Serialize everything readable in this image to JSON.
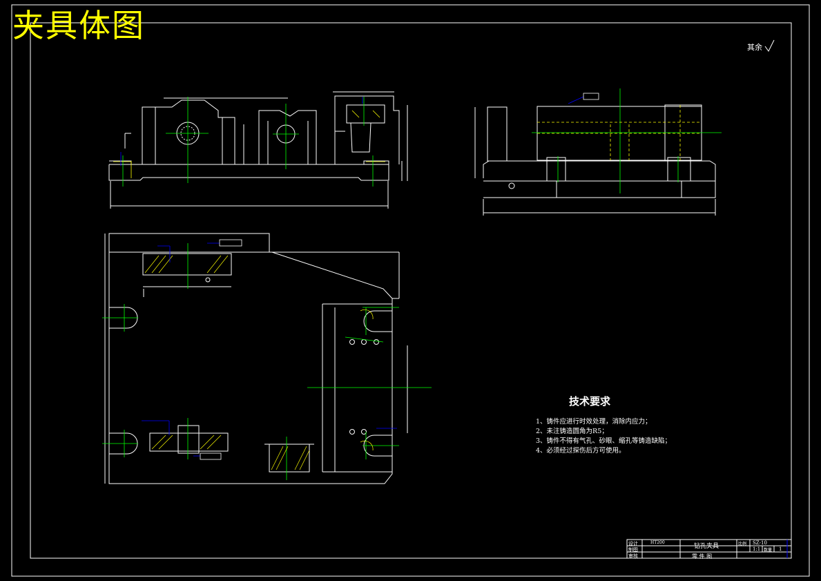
{
  "drawing_title": "夹具体图",
  "roughness_note": {
    "label": "其余"
  },
  "technical_requirements": {
    "title": "技术要求",
    "items": [
      "1、铸件应进行时效处理，消除内应力；",
      "2、未注铸造圆角为R5；",
      "3、铸件不得有气孔、砂眼、缩孔等铸造缺陷；",
      "4、必须经过探伤后方可使用。"
    ]
  },
  "title_block": {
    "name": "钻孔夹具",
    "sub_name": "零 件 图",
    "scale": "1:1",
    "scale_label": "比例",
    "sheet_label": "数量",
    "sheet_value": "1",
    "design_label": "设计",
    "check_label": "审核",
    "draw_label": "制图",
    "material": "HT200",
    "drawing_no": "SZ-10"
  },
  "colors": {
    "background": "#000000",
    "lines": "#ffffff",
    "centerlines": "#00ff00",
    "hidden": "#ffff00",
    "dimensions": "#ffffff",
    "annotations": "#0000ff",
    "hatch": "#ffff00",
    "title": "#ffff00"
  }
}
